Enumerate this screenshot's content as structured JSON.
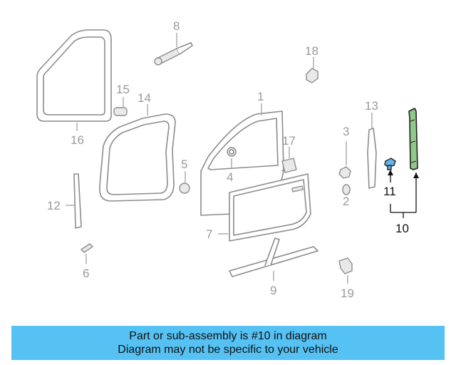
{
  "callouts": {
    "c1": "1",
    "c2": "2",
    "c3": "3",
    "c4": "4",
    "c5": "5",
    "c6": "6",
    "c7": "7",
    "c8": "8",
    "c9": "9",
    "c10": "10",
    "c11": "11",
    "c12": "12",
    "c13": "13",
    "c14": "14",
    "c15": "15",
    "c16": "16",
    "c17": "17",
    "c18": "18",
    "c19": "19"
  },
  "highlighted_parts": [
    "10",
    "11"
  ],
  "colors": {
    "banner": "#56c2f4",
    "highlight_part": "#8fc88a",
    "highlight_clip": "#63b4e8",
    "part_outline": "#8c8c8c"
  },
  "banner": {
    "line1": "Part or sub-assembly is #10 in diagram",
    "line2": "Diagram may not be specific to your vehicle"
  }
}
